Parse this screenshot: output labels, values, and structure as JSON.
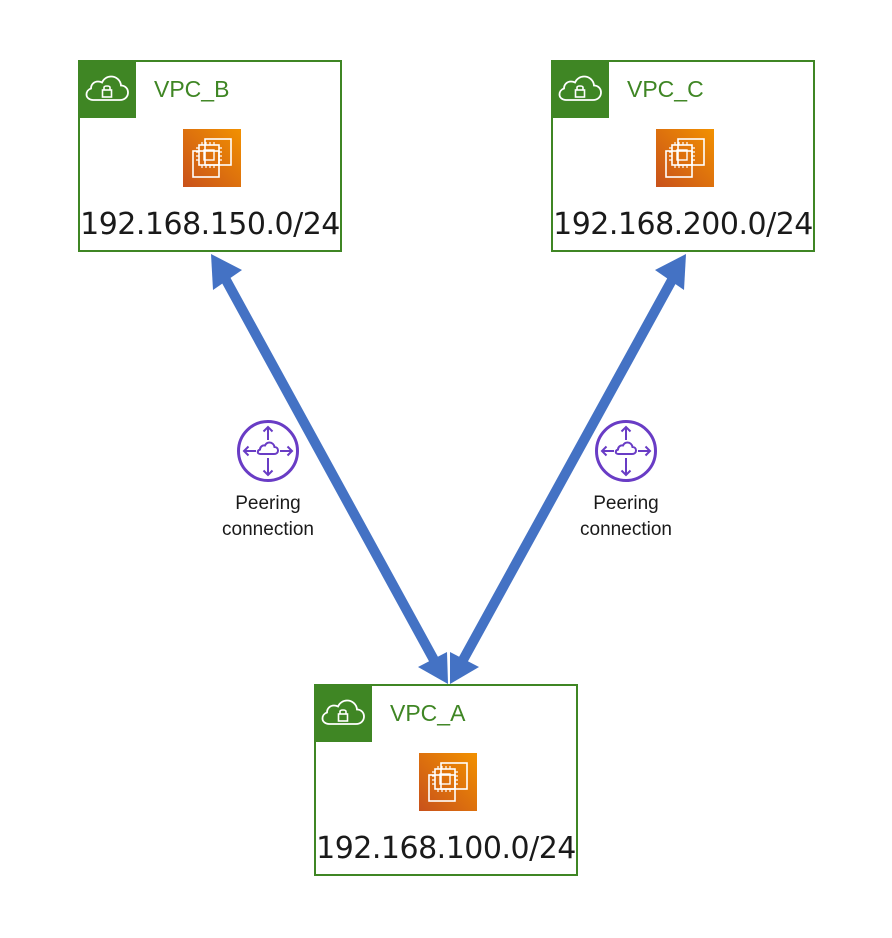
{
  "diagram": {
    "vpcs": [
      {
        "id": "b",
        "name": "VPC_B",
        "cidr": "192.168.150.0/24"
      },
      {
        "id": "c",
        "name": "VPC_C",
        "cidr": "192.168.200.0/24"
      },
      {
        "id": "a",
        "name": "VPC_A",
        "cidr": "192.168.100.0/24"
      }
    ],
    "connections": [
      {
        "from": "VPC_A",
        "to": "VPC_B",
        "label_line1": "Peering",
        "label_line2": "connection"
      },
      {
        "from": "VPC_A",
        "to": "VPC_C",
        "label_line1": "Peering",
        "label_line2": "connection"
      }
    ],
    "icons": {
      "vpc_badge": "vpc-cloud-lock-icon",
      "instance": "ec2-instance-icon",
      "peering": "peering-connection-icon"
    },
    "colors": {
      "vpc_green": "#3f8624",
      "arrow_blue": "#4472c4",
      "ec2_orange_dark": "#c8511b",
      "ec2_orange_light": "#f29100",
      "peering_purple": "#693cc5"
    }
  }
}
